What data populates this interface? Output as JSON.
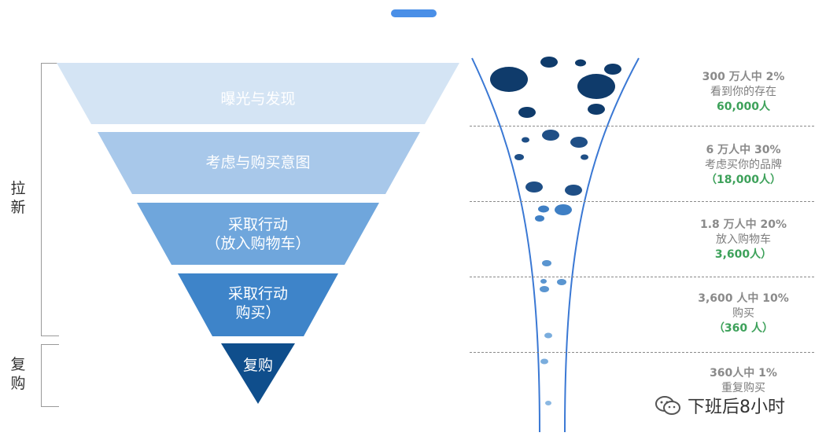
{
  "side_labels": {
    "acquire": "拉\n新",
    "repurchase": "复\n购"
  },
  "funnel": [
    {
      "label": "曝光与发现",
      "color": "#d4e4f4"
    },
    {
      "label": "考虑与购买意图",
      "color": "#a8c8ea"
    },
    {
      "label": "采取行动\n（放入购物车）",
      "color": "#6fa6dc"
    },
    {
      "label": "采取行动\n购买）",
      "color": "#3e84c9"
    },
    {
      "label": "复购",
      "color": "#0f4e8c"
    }
  ],
  "stats": [
    {
      "l1": "300 万人中  2%",
      "l2": "看到你的存在",
      "l3": "60,000人"
    },
    {
      "l1": "6 万人中  30%",
      "l2": "考虑买你的品牌",
      "l3": "（18,000人）"
    },
    {
      "l1": "1.8 万人中  20%",
      "l2": "放入购物车",
      "l3": "3,600人）"
    },
    {
      "l1": "3,600 人中  10%",
      "l2": "购买",
      "l3": "（360 人）"
    },
    {
      "l1": "360人中  1%",
      "l2": "重复购买",
      "l3": ""
    }
  ],
  "watermark": {
    "text": "下班后8小时",
    "icon": "wechat-icon"
  },
  "colors": {
    "dark_dot": "#0f3b6b",
    "mid_dot": "#2e67a8",
    "light_dot": "#6aa0d6",
    "funnel_line": "#3a78d4",
    "stat_green": "#3da15a"
  }
}
